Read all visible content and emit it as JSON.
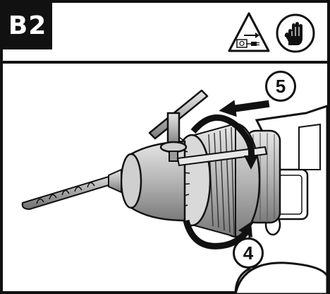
{
  "step": {
    "label": "B2"
  },
  "icons": {
    "warning": "disconnect-power-warning-icon",
    "gloves": "wear-gloves-icon",
    "drill": "chuck-key-drill-illustration",
    "arrow_push": "push-arrow-icon",
    "arrow_rotate": "rotate-arrow-icon"
  },
  "callouts": {
    "five": "5",
    "four": "4"
  },
  "colors": {
    "ink": "#111111",
    "paper": "#ffffff",
    "metal": "#bdbdbd",
    "shadow": "#8a8a8a"
  }
}
